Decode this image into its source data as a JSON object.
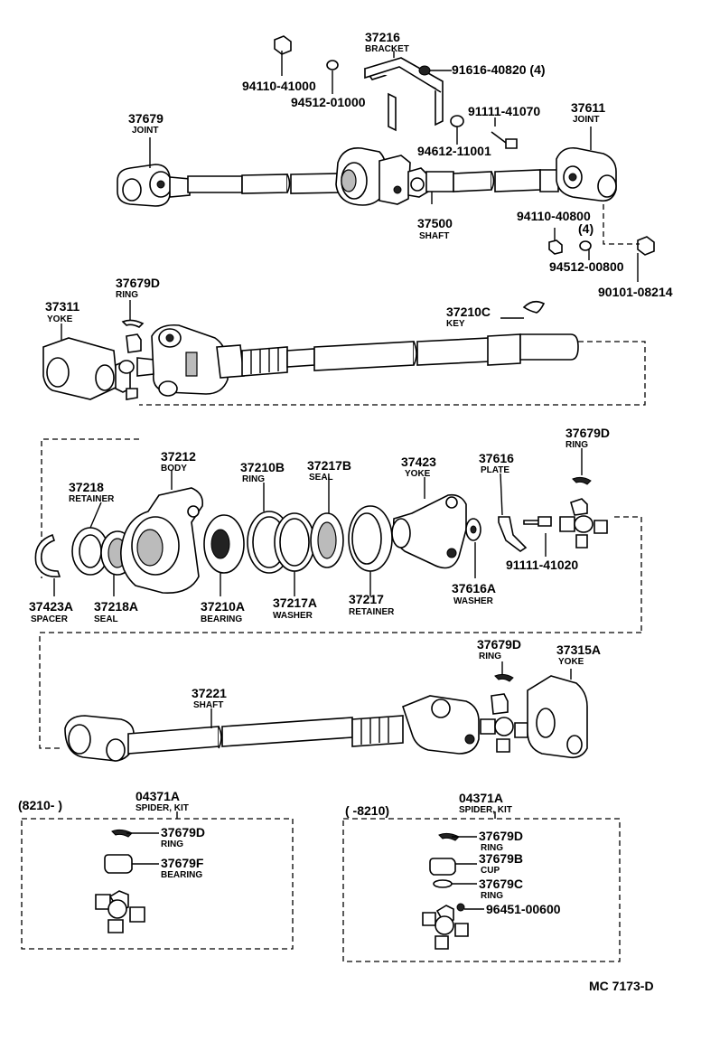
{
  "parts": {
    "p37216": {
      "number": "37216",
      "name": "BRACKET"
    },
    "p94110_41000": {
      "number": "94110-41000"
    },
    "p94512_01000": {
      "number": "94512-01000"
    },
    "p91616_40820": {
      "number": "91616-40820 (4)"
    },
    "p91111_41070": {
      "number": "91111-41070"
    },
    "p94612_11001": {
      "number": "94612-11001"
    },
    "p37679": {
      "number": "37679",
      "name": "JOINT"
    },
    "p37611": {
      "number": "37611",
      "name": "JOINT"
    },
    "p37500": {
      "number": "37500",
      "name": "SHAFT"
    },
    "p94110_40800": {
      "number": "94110-40800",
      "qty": "(4)"
    },
    "p94512_00800": {
      "number": "94512-00800"
    },
    "p90101_08214": {
      "number": "90101-08214"
    },
    "p37679D_a": {
      "number": "37679D",
      "name": "RING"
    },
    "p37311": {
      "number": "37311",
      "name": "YOKE"
    },
    "p37210C": {
      "number": "37210C",
      "name": "KEY"
    },
    "p37679D_b": {
      "number": "37679D",
      "name": "RING"
    },
    "p37212": {
      "number": "37212",
      "name": "BODY"
    },
    "p37210B": {
      "number": "37210B",
      "name": "RING"
    },
    "p37217B": {
      "number": "37217B",
      "name": "SEAL"
    },
    "p37423": {
      "number": "37423",
      "name": "YOKE"
    },
    "p37616": {
      "number": "37616",
      "name": "PLATE"
    },
    "p37218": {
      "number": "37218",
      "name": "RETAINER"
    },
    "p37423A": {
      "number": "37423A",
      "name": "SPACER"
    },
    "p37218A": {
      "number": "37218A",
      "name": "SEAL"
    },
    "p37210A": {
      "number": "37210A",
      "name": "BEARING"
    },
    "p37217A": {
      "number": "37217A",
      "name": "WASHER"
    },
    "p37217": {
      "number": "37217",
      "name": "RETAINER"
    },
    "p37616A": {
      "number": "37616A",
      "name": "WASHER"
    },
    "p91111_41020": {
      "number": "91111-41020"
    },
    "p37679D_c": {
      "number": "37679D",
      "name": "RING"
    },
    "p37315A": {
      "number": "37315A",
      "name": "YOKE"
    },
    "p37221": {
      "number": "37221",
      "name": "SHAFT"
    }
  },
  "kit_left": {
    "range": "(8210-      )",
    "number": "04371A",
    "name": "SPIDER, KIT",
    "items": [
      {
        "number": "37679D",
        "name": "RING"
      },
      {
        "number": "37679F",
        "name": "BEARING"
      }
    ]
  },
  "kit_right": {
    "range": "(      -8210)",
    "number": "04371A",
    "name": "SPIDER, KIT",
    "items": [
      {
        "number": "37679D",
        "name": "RING"
      },
      {
        "number": "37679B",
        "name": "CUP"
      },
      {
        "number": "37679C",
        "name": "RING"
      },
      {
        "number": "96451-00600",
        "name": ""
      }
    ]
  },
  "footer": {
    "code": "MC  7173-D"
  }
}
